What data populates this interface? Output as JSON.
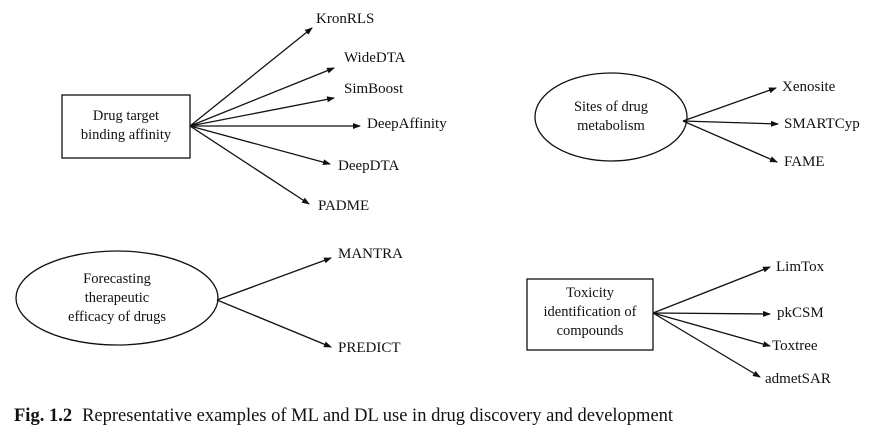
{
  "nodes": {
    "binding": {
      "lines": [
        "Drug target",
        "binding affinity"
      ]
    },
    "metabolism": {
      "lines": [
        "Sites of drug",
        "metabolism"
      ]
    },
    "efficacy": {
      "lines": [
        "Forecasting",
        "therapeutic",
        "efficacy of drugs"
      ]
    },
    "toxicity": {
      "lines": [
        "Toxicity",
        "identification of",
        "compounds"
      ]
    }
  },
  "tools": {
    "binding": [
      "KronRLS",
      "WideDTA",
      "SimBoost",
      "DeepAffinity",
      "DeepDTA",
      "PADME"
    ],
    "metabolism": [
      "Xenosite",
      "SMARTCyp",
      "FAME"
    ],
    "efficacy": [
      "MANTRA",
      "PREDICT"
    ],
    "toxicity": [
      "LimTox",
      "pkCSM",
      "Toxtree",
      "admetSAR"
    ]
  },
  "caption": {
    "label": "Fig. 1.2",
    "text": "Representative examples of ML and DL use in drug discovery and development"
  }
}
